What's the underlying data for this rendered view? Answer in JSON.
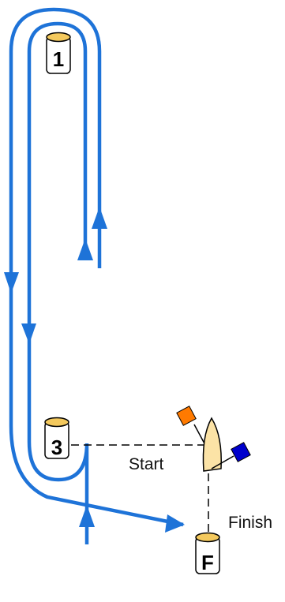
{
  "labels": {
    "start": "Start",
    "finish": "Finish"
  },
  "marks": {
    "mark_1": "1",
    "mark_3": "3",
    "finish_mark": "F"
  },
  "colors": {
    "course_line": "#1E73D8",
    "mark_body": "#FFFFFF",
    "mark_top": "#F4C95D",
    "boat_hull": "#FCE3A6",
    "flag_orange": "#FF7A00",
    "flag_blue": "#0000CC",
    "dashed_line": "#000000"
  }
}
